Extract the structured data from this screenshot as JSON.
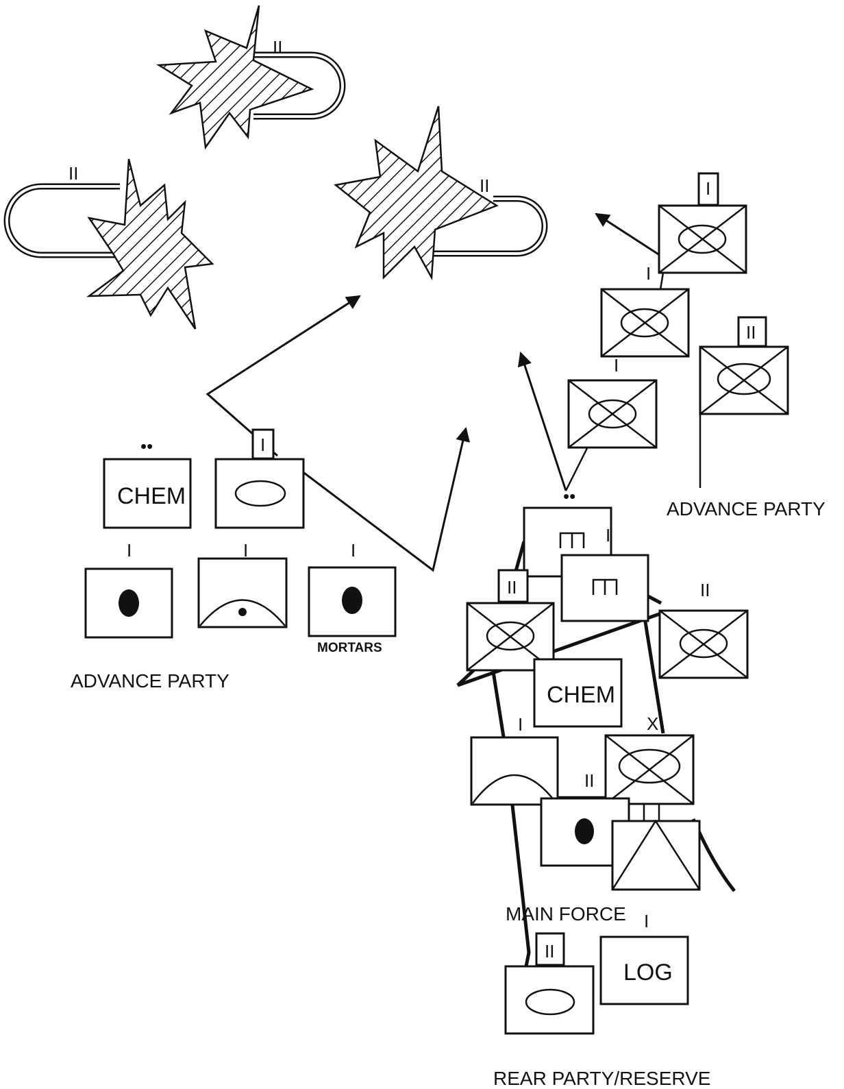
{
  "labels": {
    "advance_party_left": "ADVANCE PARTY",
    "advance_party_right": "ADVANCE PARTY",
    "main_force": "MAIN FORCE",
    "rear_party": "REAR PARTY/RESERVE",
    "mortars": "MORTARS"
  },
  "units": {
    "chem_left": "CHEM",
    "chem_main": "CHEM",
    "log": "LOG"
  },
  "echelons": {
    "platoon": "I",
    "battalion": "II",
    "brigade": "X",
    "squad": "••"
  }
}
